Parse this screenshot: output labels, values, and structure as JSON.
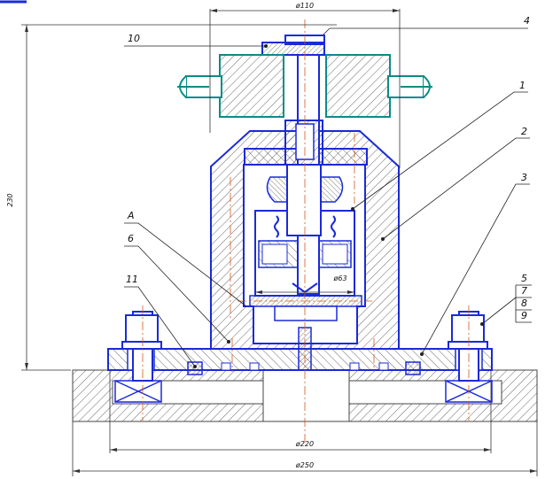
{
  "drawing": {
    "dimensions": {
      "top_diameter": "ø110",
      "height": "230",
      "bore_diameter": "ø63",
      "bolt_circle_diameter": "ø220",
      "base_diameter": "ø250"
    },
    "callouts": [
      "1",
      "2",
      "3",
      "4",
      "5",
      "6",
      "7",
      "8",
      "9",
      "10",
      "11"
    ],
    "view_marker": "A"
  },
  "colors": {
    "contour": "#1a2ad8",
    "handle": "#0a8c86",
    "axis": "#d25a1e",
    "hatch": "#333333"
  }
}
